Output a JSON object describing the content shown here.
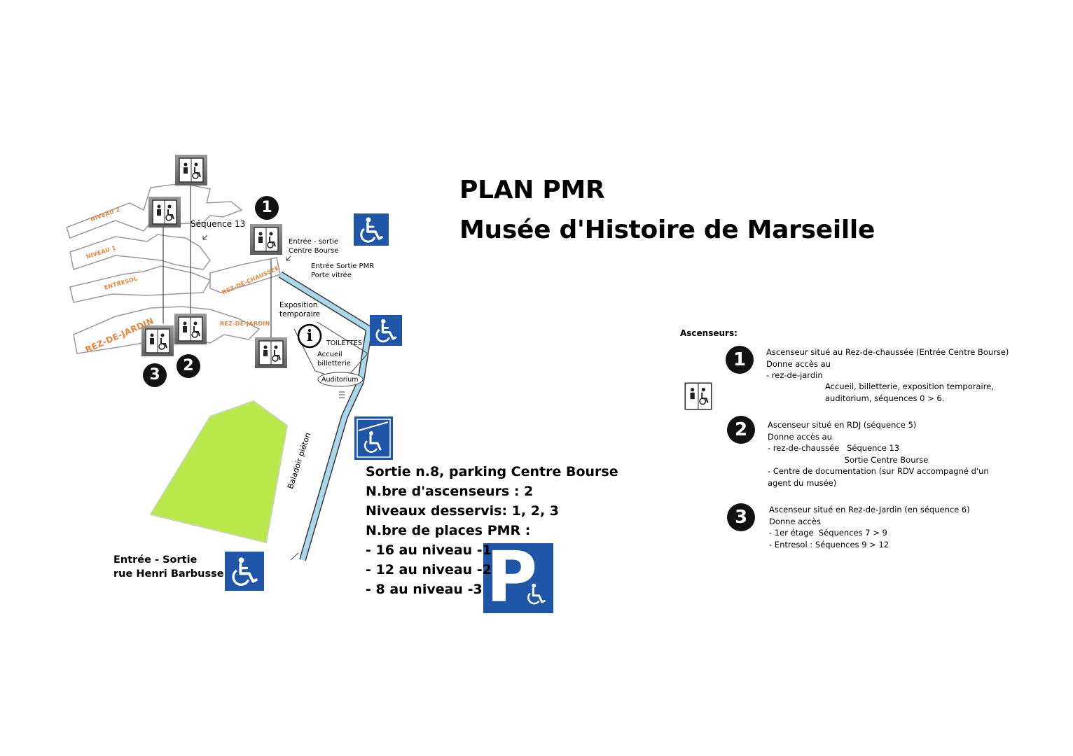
{
  "title": {
    "line1": "PLAN PMR",
    "line2": "Musée d'Histoire de Marseille"
  },
  "map_labels": {
    "sequence13": "Séquence 13",
    "entree_bourse_l1": "Entrée - sortie",
    "entree_bourse_l2": "Centre Bourse",
    "entree_pmr_l1": "Entrée Sortie PMR",
    "entree_pmr_l2": "Porte vitrée",
    "expo_l1": "Exposition",
    "expo_l2": "temporaire",
    "toilettes": "TOILETTES",
    "accueil_l1": "Accueil",
    "accueil_l2": "billetterie",
    "auditorium": "Auditorium",
    "baladoir": "Baladoir piéton",
    "entree_barbusse_l1": "Entrée - Sortie",
    "entree_barbusse_l2": "rue Henri Barbusse"
  },
  "floors": {
    "niveau2": "NIVEAU 2",
    "niveau1": "NIVEAU 1",
    "entresol": "ENTRESOL",
    "rdc": "REZ-DE-CHAUSSEE",
    "rdj_small": "REZ-DE-JARDIN",
    "rdj_large": "REZ-DE-JARDIN"
  },
  "map_badges": {
    "b1": "1",
    "b2": "2",
    "b3": "3"
  },
  "info_icon": "info-icon",
  "parking": {
    "line1": "Sortie n.8, parking Centre Bourse",
    "line2": "N.bre d'ascenseurs : 2",
    "line3": "Niveaux desservis: 1, 2, 3",
    "line4": "N.bre de places PMR :",
    "line5": "- 16 au niveau -1",
    "line6": "- 12 au niveau -2",
    "line7": "- 8 au niveau -3",
    "sign_letter": "P"
  },
  "legend": {
    "title": "Ascenseurs:",
    "items": [
      {
        "number": "1",
        "text": "Ascenseur situé au Rez-de-chaussée (Entrée Centre Bourse)\nDonne accès au\n- rez-de-jardin",
        "subtext": "Accueil, billetterie, exposition temporaire,\nauditorium, séquences 0 > 6."
      },
      {
        "number": "2",
        "text": "Ascenseur situé en RDJ (séquence 5)\nDonne accès au\n- rez-de-chaussée   Séquence 13\n                              Sortie Centre Bourse\n- Centre de documentation (sur RDV accompagné d'un\nagent du musée)"
      },
      {
        "number": "3",
        "text": "Ascenseur situé en Rez-de-Jardin (en séquence 6)\nDonne accès\n- 1er étage  Séquences 7 > 9\n- Entresol : Séquences 9 > 12"
      }
    ]
  },
  "colors": {
    "accessibility_blue": "#1f56a8",
    "path_blue": "#a9d8ea",
    "garden_green": "#b9e84a",
    "floor_label_orange": "#e9823a",
    "badge_black": "#111111"
  }
}
